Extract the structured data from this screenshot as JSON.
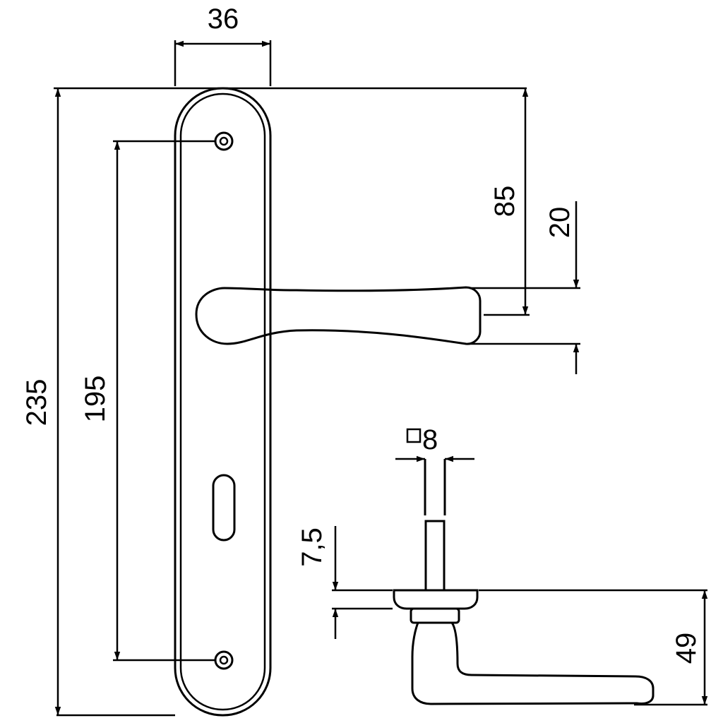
{
  "dimensions": {
    "width_plate": "36",
    "total_height": "235",
    "screw_distance": "195",
    "lever_height_from_top": "85",
    "lever_thickness": "20",
    "spindle_square": "8",
    "rose_thickness": "7,5",
    "lever_projection": "49"
  }
}
